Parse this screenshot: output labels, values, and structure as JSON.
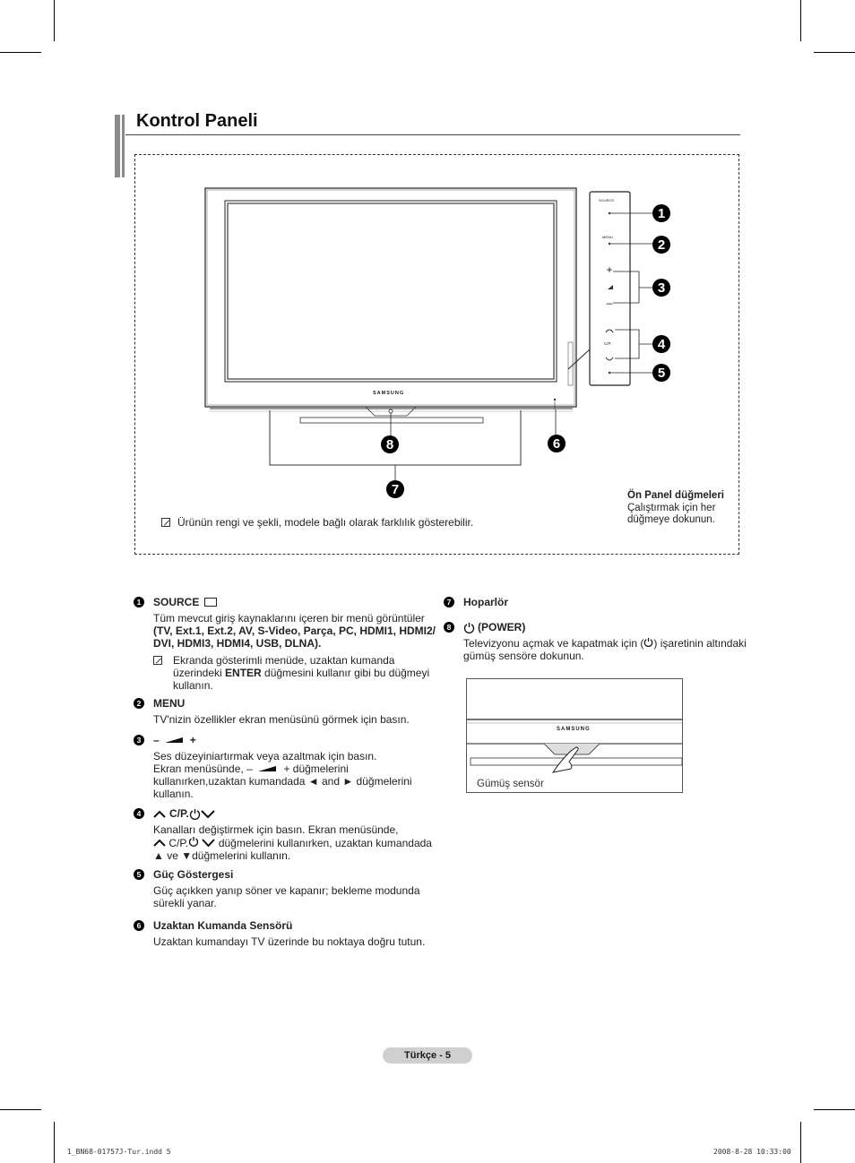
{
  "title": "Kontrol Paneli",
  "figure": {
    "brand": "SAMSUNG",
    "side_labels": {
      "source": "SOURCE",
      "menu": "MENU",
      "cp": "C/P."
    },
    "callouts": [
      "1",
      "2",
      "3",
      "4",
      "5",
      "6",
      "7",
      "8"
    ],
    "note": "Ürünün rengi ve şekli, modele bağlı olarak farklılık gösterebilir.",
    "panel_caption_title": "Ön Panel düğmeleri",
    "panel_caption_line1": "Çalıştırmak için her",
    "panel_caption_line2": "düğmeye dokunun."
  },
  "items": [
    {
      "num": "1",
      "title": "SOURCE",
      "body1": "Tüm mevcut giriş kaynaklarını içeren bir menü görüntüler",
      "body2": "(TV, Ext.1, Ext.2, AV, S-Video, Parça, PC, HDMI1, HDMI2/",
      "body3": "DVI, HDMI3, HDMI4, USB, DLNA).",
      "note_a": "Ekranda gösterimli menüde, uzaktan kumanda",
      "note_b1": "üzerindeki ",
      "note_b2": "ENTER",
      "note_b3": " düğmesini kullanır gibi bu düğmeyi",
      "note_c": "kullanın."
    },
    {
      "num": "2",
      "title": "MENU",
      "body1": "TV'nizin özellikler ekran menüsünü görmek için basın."
    },
    {
      "num": "3",
      "title_a": "–",
      "title_b": "+",
      "body1": "Ses düzeyiniartırmak veya azaltmak için basın.",
      "body2a": "Ekran menüsünde, –",
      "body2b": "+  düğmelerini",
      "body3": "kullanırken,uzaktan kumandada ◄ and ► düğmelerini",
      "body4": "kullanın."
    },
    {
      "num": "4",
      "title": "C/P.",
      "body1": "Kanalları değiştirmek için basın. Ekran menüsünde,",
      "body2a": "C/P.",
      "body2b": "düğmelerini kullanırken, uzaktan kumandada",
      "body3": "▲ ve  ▼düğmelerini kullanın."
    },
    {
      "num": "5",
      "title": "Güç Göstergesi",
      "body1": "Güç açıkken yanıp söner ve kapanır; bekleme modunda",
      "body2": "sürekli yanar."
    },
    {
      "num": "6",
      "title": "Uzaktan Kumanda Sensörü",
      "body1": "Uzaktan kumandayı TV üzerinde bu noktaya doğru tutun."
    },
    {
      "num": "7",
      "title": "Hoparlör"
    },
    {
      "num": "8",
      "title": "(POWER)",
      "body1a": "Televizyonu açmak ve kapatmak için (",
      "body1b": ") işaretinin altındaki",
      "body2": "gümüş sensöre dokunun."
    }
  ],
  "photo_caption": "Gümüş sensör",
  "footer": "Türkçe - 5",
  "slug_left": "1_BN68-01757J-Tur.indd   5",
  "slug_right": "2008-8-28   10:33:00"
}
